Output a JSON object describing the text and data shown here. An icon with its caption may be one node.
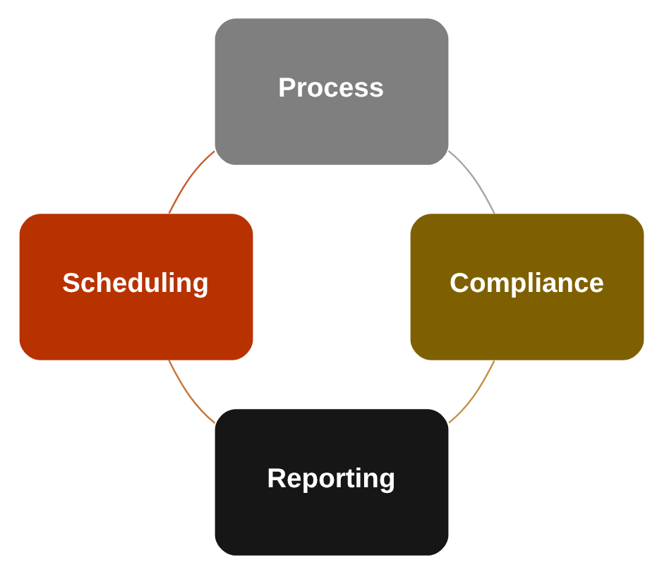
{
  "diagram": {
    "nodes": [
      {
        "text": [
          "Process"
        ]
      },
      {
        "text": [
          "Scheduling"
        ]
      },
      {
        "text": [
          "Compliance"
        ]
      },
      {
        "text": [
          "Reporting"
        ]
      }
    ],
    "edges": [
      {
        "from": 0,
        "to": 2,
        "arrow": "none",
        "color": "#a6a6a6"
      },
      {
        "from": 2,
        "to": 3,
        "arrow": "none",
        "color": "#c09040"
      },
      {
        "from": 3,
        "to": 1,
        "arrow": "none",
        "color": "#c4783a"
      },
      {
        "from": 1,
        "to": 0,
        "arrow": "none",
        "color": "#c85a2c"
      }
    ]
  }
}
